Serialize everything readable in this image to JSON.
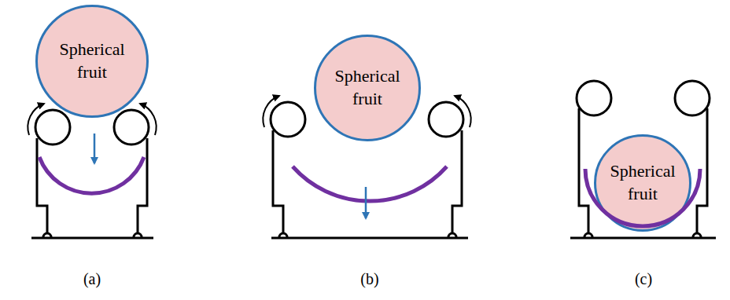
{
  "diagram": {
    "nodes": [
      {
        "text": [
          "Spherical fruit"
        ]
      },
      {
        "text": [
          "Spherical fruit"
        ]
      },
      {
        "text": [
          "Spherical fruit"
        ]
      }
    ],
    "labels": [
      "(a)",
      "(b)",
      "(c)"
    ]
  }
}
